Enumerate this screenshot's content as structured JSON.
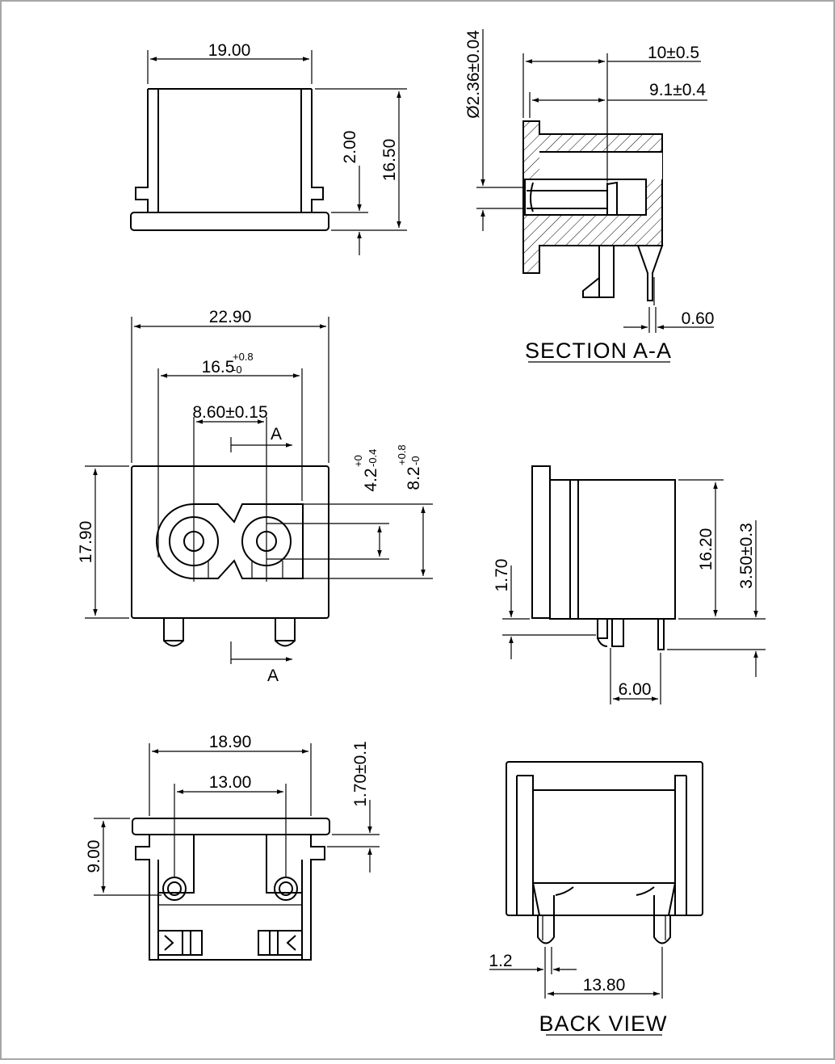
{
  "drawing": {
    "line_color": "#000000",
    "background": "#ffffff",
    "border_color": "#a6a6a6"
  },
  "top_view": {
    "width": "19.00",
    "flange": "2.00",
    "height": "16.50"
  },
  "section_view": {
    "title": "SECTION A-A",
    "diameter": "Ø2.36±0.04",
    "depth_outer": "10±0.5",
    "depth_inner": "9.1±0.4",
    "pin": "0.60"
  },
  "front_view": {
    "outer_width": "22.90",
    "opening_width": "16.5",
    "opening_width_tol_up": "+0.8",
    "opening_width_tol_down": "-0",
    "pin_pitch": "8.60±0.15",
    "section_mark": "A",
    "height": "17.90",
    "pin_height": "4.2",
    "pin_height_tol_up": "+0",
    "pin_height_tol_down": "-0.4",
    "opening_height": "8.2",
    "opening_height_tol_up": "+0.8",
    "opening_height_tol_down": "-0"
  },
  "side_view": {
    "body_height": "16.20",
    "pin_len": "3.50±0.3",
    "standoff": "1.70",
    "pin_spacing": "6.00"
  },
  "bottom_view": {
    "width": "18.90",
    "pitch": "13.00",
    "depth": "9.00",
    "flange": "1.70±0.1"
  },
  "back_view": {
    "title": "BACK VIEW",
    "pin_width": "1.2",
    "pitch": "13.80"
  }
}
